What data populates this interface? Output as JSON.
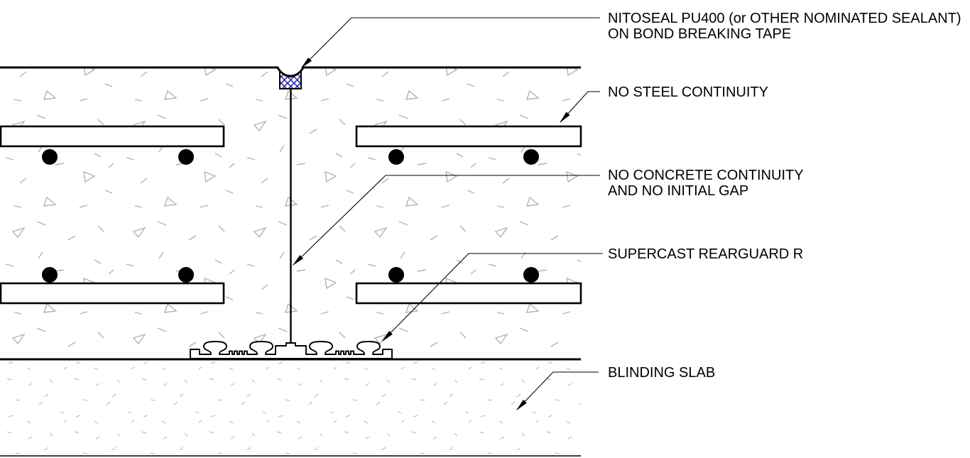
{
  "drawing": {
    "colors": {
      "line": "#000000",
      "sealant_hatch": "#2b2bb5",
      "slab_texture": "#b2b2b2",
      "blinding_texture": "#c0c0c0",
      "background": "#ffffff"
    },
    "labels": {
      "sealant": {
        "line1": "NITOSEAL PU400 (or OTHER NOMINATED SEALANT)",
        "line2": "ON BOND BREAKING TAPE"
      },
      "no_steel": {
        "line1": "NO STEEL CONTINUITY"
      },
      "no_concrete": {
        "line1": "NO CONCRETE CONTINUITY",
        "line2": "AND NO INITIAL GAP"
      },
      "waterstop": {
        "line1": "SUPERCAST REARGUARD R"
      },
      "blinding": {
        "line1": "BLINDING SLAB"
      }
    }
  }
}
